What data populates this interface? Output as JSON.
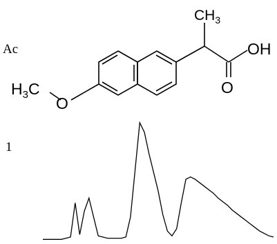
{
  "labels": {
    "partial_top": "Ac",
    "partial_mid": "1"
  },
  "molecule": {
    "methyl_prefix": "H",
    "methyl_sub": "3",
    "methyl_suffix": "C",
    "ether_oxygen": "O",
    "ch3_main": "CH",
    "ch3_sub": "3",
    "hydroxyl": "OH",
    "carbonyl_oxygen": "O"
  },
  "chromatogram": {
    "type": "line",
    "x": [
      0,
      0.02,
      0.04,
      0.06,
      0.08,
      0.1,
      0.12,
      0.14,
      0.16,
      0.18,
      0.2,
      0.22,
      0.24,
      0.26,
      0.28,
      0.3,
      0.32,
      0.34,
      0.36,
      0.38,
      0.4,
      0.42,
      0.44,
      0.46,
      0.48,
      0.5,
      0.52,
      0.54,
      0.56,
      0.58,
      0.6,
      0.62,
      0.64,
      0.66,
      0.68,
      0.7,
      0.72,
      0.74,
      0.76,
      0.78,
      0.8,
      0.82,
      0.84,
      0.86,
      0.88,
      0.9,
      0.92,
      0.94,
      0.96,
      0.98,
      1.0
    ],
    "y": [
      0.01,
      0.01,
      0.01,
      0.01,
      0.01,
      0.02,
      0.03,
      0.32,
      0.05,
      0.25,
      0.36,
      0.2,
      0.04,
      0.03,
      0.02,
      0.02,
      0.02,
      0.02,
      0.03,
      0.2,
      0.6,
      1.0,
      0.92,
      0.74,
      0.58,
      0.42,
      0.22,
      0.08,
      0.04,
      0.1,
      0.32,
      0.52,
      0.54,
      0.52,
      0.49,
      0.46,
      0.43,
      0.4,
      0.36,
      0.33,
      0.3,
      0.26,
      0.23,
      0.2,
      0.17,
      0.14,
      0.11,
      0.08,
      0.06,
      0.04,
      0.03
    ]
  }
}
